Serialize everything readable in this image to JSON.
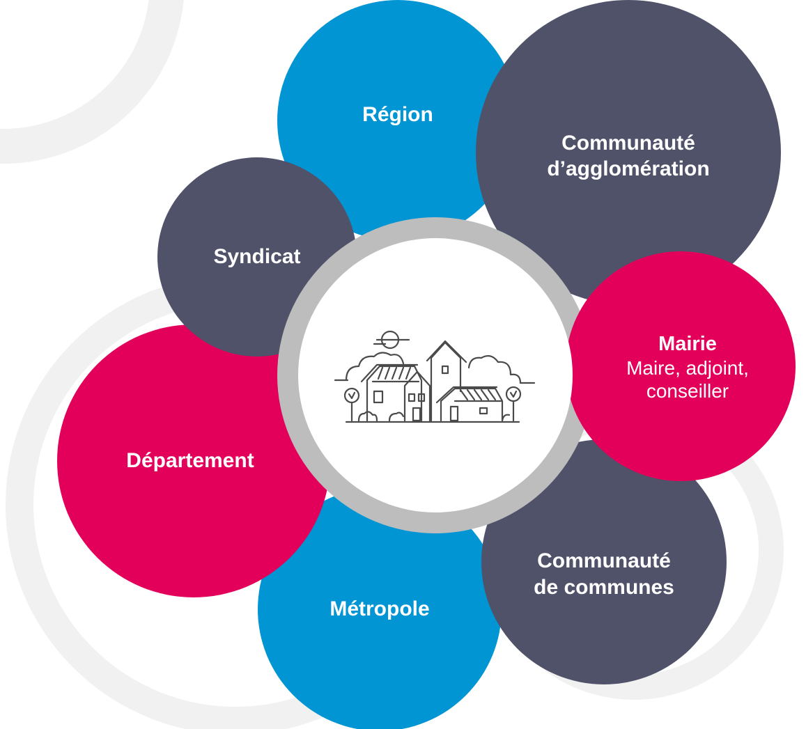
{
  "colors": {
    "blue": "#0195d3",
    "slate": "#50526a",
    "pink": "#e3005a",
    "ring": "#bdbdbd",
    "background_ring": "#f1f1f2",
    "icon_stroke": "#4a4a4a"
  },
  "center": {
    "icon": "village-houses-icon"
  },
  "bubbles": {
    "region": {
      "label": "Région"
    },
    "communaute_agglomeration": {
      "label": "Communauté\nd’agglomération"
    },
    "syndicat": {
      "label": "Syndicat"
    },
    "mairie": {
      "label": "Mairie",
      "sub": "Maire, adjoint,\nconseiller"
    },
    "departement": {
      "label": "Département"
    },
    "communaute_communes": {
      "label": "Communauté\nde communes"
    },
    "metropole": {
      "label": "Métropole"
    }
  }
}
